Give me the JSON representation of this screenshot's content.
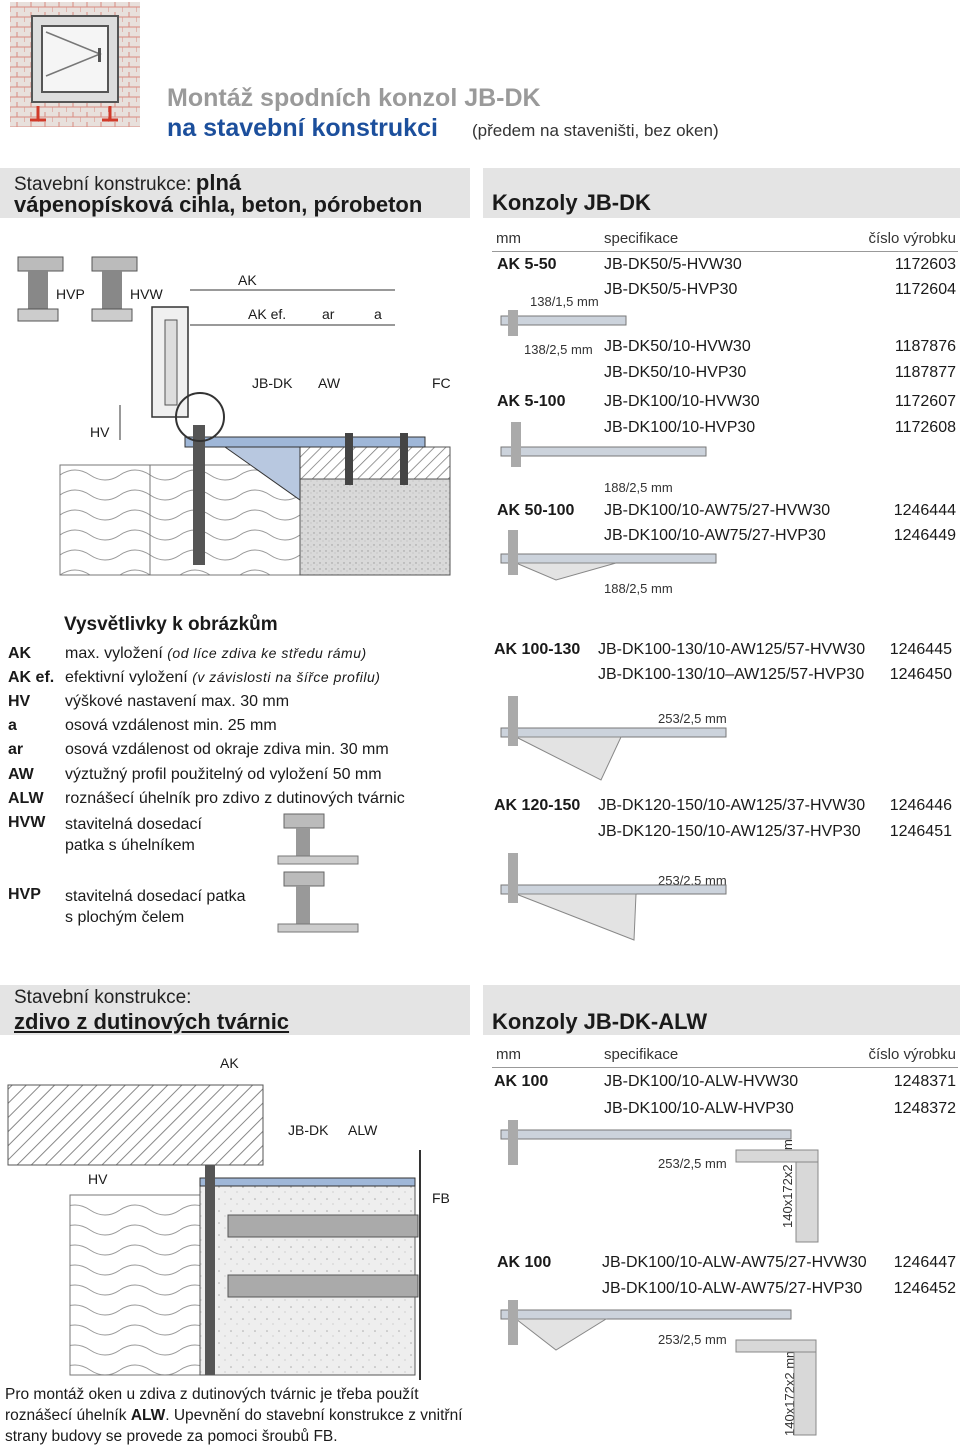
{
  "header": {
    "title_line1": "Montáž spodních konzol JB-DK",
    "title_line2": "na stavební konstrukci",
    "title_note": "(předem na staveništi, bez oken)"
  },
  "section1": {
    "label_prefix": "Stavební konstrukce:",
    "label_bold": "plná",
    "label_line2": "vápenopísková cihla, beton, pórobeton",
    "diagram_labels": [
      "HVP",
      "HVW",
      "AK",
      "AK ef.",
      "ar",
      "a",
      "JB-DK",
      "AW",
      "FC",
      "HV"
    ]
  },
  "konzoly1": {
    "title": "Konzoly JB-DK",
    "col_mm": "mm",
    "col_spec": "specifikace",
    "col_num": "číslo výrobku",
    "groups": [
      {
        "code": "AK 5-50",
        "items": [
          {
            "spec": "JB-DK50/5-HVW30",
            "num": "1172603"
          },
          {
            "spec": "JB-DK50/5-HVP30",
            "num": "1172604"
          }
        ],
        "dim": "138/1,5 mm"
      },
      {
        "code": "",
        "items": [
          {
            "spec": "JB-DK50/10-HVW30",
            "num": "1187876"
          },
          {
            "spec": "JB-DK50/10-HVP30",
            "num": "1187877"
          }
        ],
        "dim": "138/2,5 mm"
      },
      {
        "code": "AK 5-100",
        "items": [
          {
            "spec": "JB-DK100/10-HVW30",
            "num": "1172607"
          },
          {
            "spec": "JB-DK100/10-HVP30",
            "num": "1172608"
          }
        ],
        "dim": "188/2,5 mm"
      },
      {
        "code": "AK 50-100",
        "items": [
          {
            "spec": "JB-DK100/10-AW75/27-HVW30",
            "num": "1246444"
          },
          {
            "spec": "JB-DK100/10-AW75/27-HVP30",
            "num": "1246449"
          }
        ],
        "dim": "188/2,5 mm"
      },
      {
        "code": "AK 100-130",
        "items": [
          {
            "spec": "JB-DK100-130/10-AW125/57-HVW30",
            "num": "1246445"
          },
          {
            "spec": "JB-DK100-130/10–AW125/57-HVP30",
            "num": "1246450"
          }
        ],
        "dim": "253/2,5 mm"
      },
      {
        "code": "AK 120-150",
        "items": [
          {
            "spec": "JB-DK120-150/10-AW125/37-HVW30",
            "num": "1246446"
          },
          {
            "spec": "JB-DK120-150/10-AW125/37-HVP30",
            "num": "1246451"
          }
        ],
        "dim": "253/2,5 mm"
      }
    ]
  },
  "legend": {
    "title": "Vysvětlivky k obrázkům",
    "rows": [
      {
        "abbr": "AK",
        "text": "max. vyložení",
        "note": "(od líce zdiva ke středu rámu)"
      },
      {
        "abbr": "AK ef.",
        "text": "efektivní vyložení",
        "note": "(v závislosti na šířce profilu)"
      },
      {
        "abbr": "HV",
        "text": "výškové nastavení max. 30 mm",
        "note": ""
      },
      {
        "abbr": "a",
        "text": "osová vzdálenost min. 25 mm",
        "note": ""
      },
      {
        "abbr": "ar",
        "text": "osová vzdálenost od okraje zdiva min. 30 mm",
        "note": ""
      },
      {
        "abbr": "AW",
        "text": "výztužný profil použitelný od vyložení 50 mm",
        "note": ""
      },
      {
        "abbr": "ALW",
        "text": "roznášecí úhelník pro zdivo z dutinových tvárnic",
        "note": ""
      },
      {
        "abbr": "HVW",
        "text": "stavitelná dosedací patka s úhelníkem",
        "note": ""
      },
      {
        "abbr": "HVP",
        "text": "stavitelná dosedací patka s plochým čelem",
        "note": ""
      }
    ]
  },
  "section2": {
    "label_prefix": "Stavební konstrukce:",
    "label_bold": "zdivo z dutinových tvárnic",
    "diagram_labels": [
      "AK",
      "JB-DK",
      "ALW",
      "HV",
      "FB"
    ],
    "footnote_a": "Pro montáž oken u zdiva z dutinových tvárnic je třeba použít roznášecí úhelník",
    "footnote_b": "ALW",
    "footnote_c": ". Upevnění do stavební konstrukce z vnitřní strany budovy se provede za pomoci šroubů FB."
  },
  "konzoly2": {
    "title": "Konzoly JB-DK-ALW",
    "col_mm": "mm",
    "col_spec": "specifikace",
    "col_num": "číslo výrobku",
    "groups": [
      {
        "code": "AK 100",
        "items": [
          {
            "spec": "JB-DK100/10-ALW-HVW30",
            "num": "1248371"
          },
          {
            "spec": "JB-DK100/10-ALW-HVP30",
            "num": "1248372"
          }
        ],
        "dim": "253/2,5 mm",
        "dim2": "140x172x2 mm"
      },
      {
        "code": "AK 100",
        "items": [
          {
            "spec": "JB-DK100/10-ALW-AW75/27-HVW30",
            "num": "1246447"
          },
          {
            "spec": "JB-DK100/10-ALW-AW75/27-HVP30",
            "num": "1246452"
          }
        ],
        "dim": "253/2,5 mm",
        "dim2": "140x172x2 mm"
      }
    ]
  },
  "colors": {
    "title_gray": "#9a9a9a",
    "title_blue": "#1c4f9c",
    "bar_gray": "#e4e4e4",
    "hatch": "#666666"
  }
}
